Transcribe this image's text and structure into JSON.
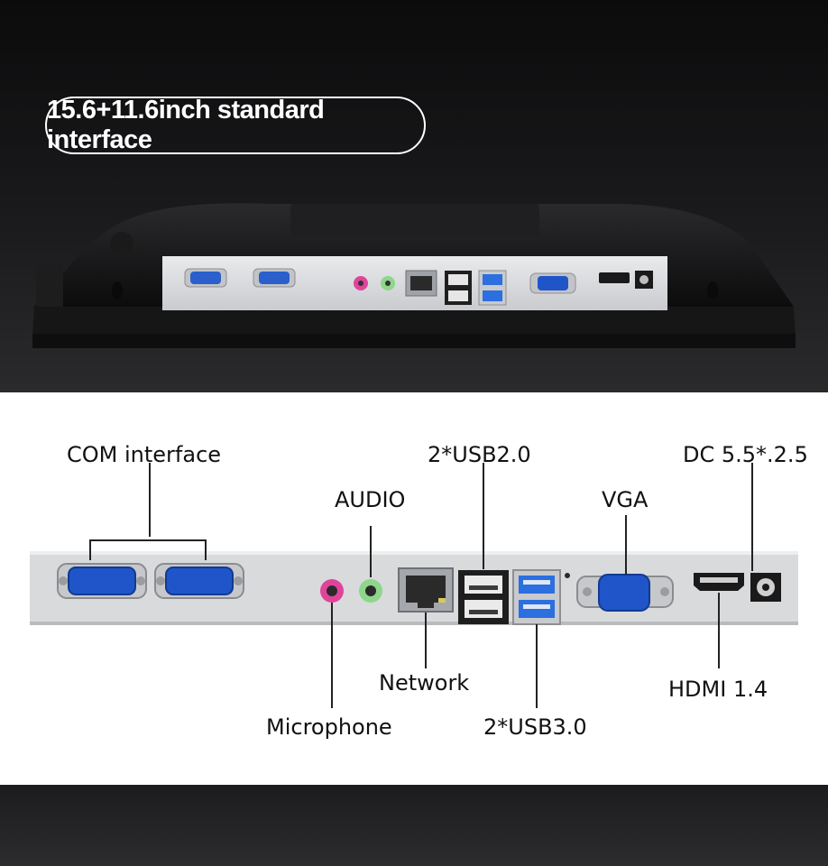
{
  "title": "15.6+11.6inch standard interface",
  "labels": {
    "com": "COM interface",
    "audio": "AUDIO",
    "usb2": "2*USB2.0",
    "vga": "VGA",
    "dc": "DC 5.5*.2.5",
    "network": "Network",
    "hdmi": "HDMI 1.4",
    "microphone": "Microphone",
    "usb3": "2*USB3.0"
  },
  "colors": {
    "dark_bg": "#141416",
    "panel": "#d8dadc",
    "vga_blue": "#1f55c8",
    "usb3_blue": "#2b6fe0",
    "mic_pink": "#e0449a",
    "audio_green": "#8ed68a"
  }
}
